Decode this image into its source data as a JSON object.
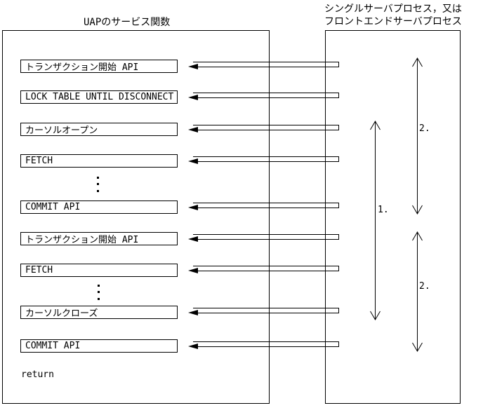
{
  "page": {
    "background_color": "#ffffff",
    "line_color": "#000000"
  },
  "headers": {
    "left_title": "UAPのサービス関数",
    "right_title_line1": "シングルサーバプロセス，又は",
    "right_title_line2": "フロントエンドサーバプロセス"
  },
  "uap_box": {
    "boxes": [
      {
        "label": "トランザクション開始 API"
      },
      {
        "label": "LOCK TABLE UNTIL DISCONNECT"
      },
      {
        "label": "カーソルオープン"
      },
      {
        "label": "FETCH"
      },
      {
        "label": "COMMIT API"
      },
      {
        "label": "トランザクション開始 API"
      },
      {
        "label": "FETCH"
      },
      {
        "label": "カーソルクローズ"
      },
      {
        "label": "COMMIT API"
      }
    ],
    "ellipsis_between": [
      {
        "after_box_index": 3
      },
      {
        "after_box_index": 6
      }
    ],
    "return_label": "return"
  },
  "annotations": {
    "range1_label": "1.",
    "range2a_label": "2.",
    "range2b_label": "2."
  }
}
